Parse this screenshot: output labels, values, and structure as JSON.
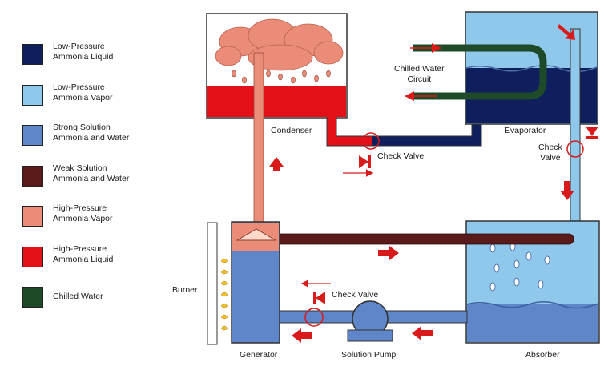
{
  "colors": {
    "low_pressure_liquid": "#0f1f5e",
    "low_pressure_vapor": "#8fc8ea",
    "strong_solution": "#5f86c9",
    "weak_solution": "#5a1a1a",
    "high_pressure_vapor": "#ea8c78",
    "high_pressure_liquid": "#e3101a",
    "chilled_water": "#1f4a2a",
    "arrow": "#d91a1a"
  },
  "legend": [
    {
      "label": "Low-Pressure\nAmmonia Liquid",
      "color_key": "low_pressure_liquid"
    },
    {
      "label": "Low-Pressure\nAmmonia Vapor",
      "color_key": "low_pressure_vapor"
    },
    {
      "label": "Strong Solution\nAmmonia and Water",
      "color_key": "strong_solution"
    },
    {
      "label": "Weak Solution\nAmmonia and Water",
      "color_key": "weak_solution"
    },
    {
      "label": "High-Pressure\nAmmonia Vapor",
      "color_key": "high_pressure_vapor"
    },
    {
      "label": "High-Pressure\nAmmonia Liquid",
      "color_key": "high_pressure_liquid"
    },
    {
      "label": "Chilled Water",
      "color_key": "chilled_water"
    }
  ],
  "labels": {
    "condenser": "Condenser",
    "evaporator": "Evaporator",
    "chilled_water_circuit": "Chilled Water\nCircuit",
    "check_valve_top": "Check Valve",
    "check_valve_right": "Check\nValve",
    "check_valve_bottom": "Check Valve",
    "burner": "Burner",
    "generator": "Generator",
    "solution_pump": "Solution Pump",
    "absorber": "Absorber"
  }
}
